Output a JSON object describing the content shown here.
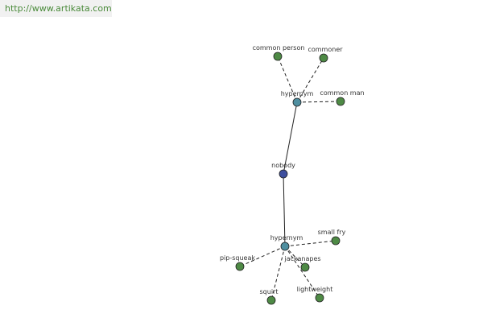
{
  "watermark": {
    "url": "http://www.artikata.com"
  },
  "colors": {
    "leaf_node": "#4e8a45",
    "hypernym_node": "#4f8fa0",
    "center_node": "#3e4f9e",
    "edge": "#222222",
    "label": "#333333"
  },
  "graph": {
    "center": {
      "label": "nobody"
    },
    "hypernym_top": {
      "label": "hypernym",
      "children": [
        "common person",
        "commoner",
        "common man"
      ]
    },
    "hypernym_bottom": {
      "label": "hypernym",
      "children": [
        "small fry",
        "pip-squeak",
        "jackanapes",
        "squirt",
        "lightweight"
      ]
    }
  }
}
